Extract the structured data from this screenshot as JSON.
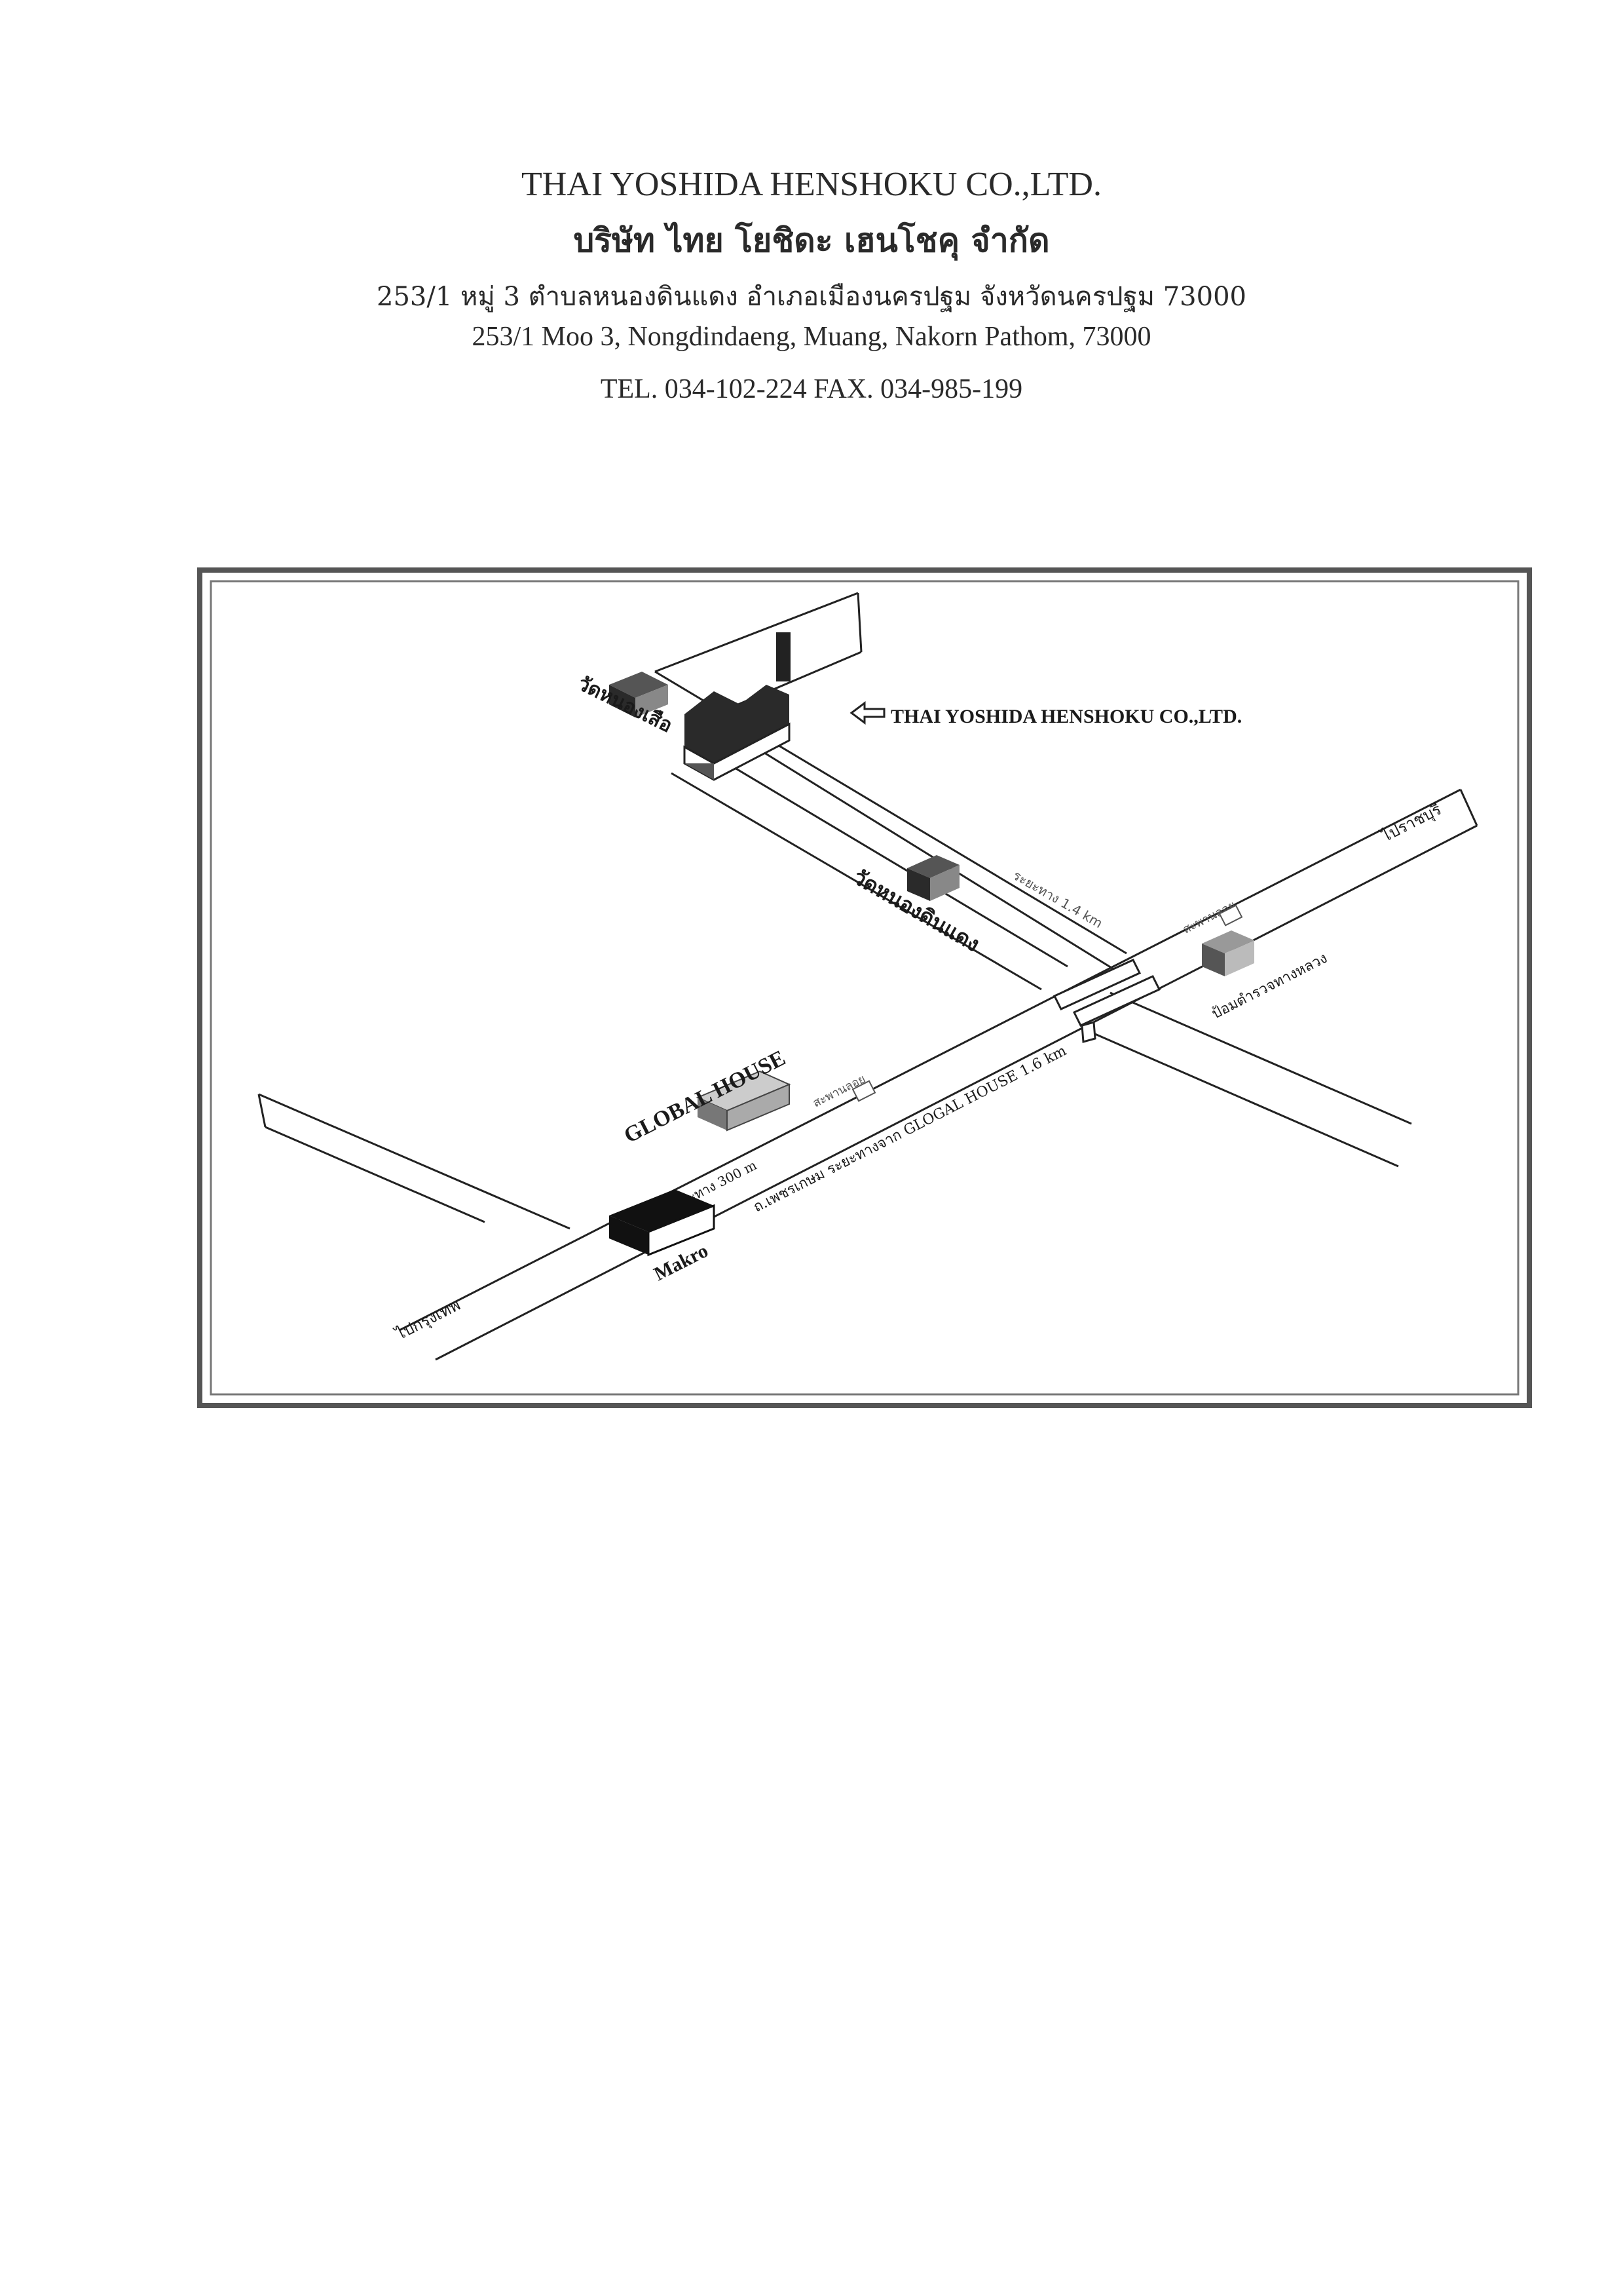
{
  "company": {
    "name_en": "THAI YOSHIDA HENSHOKU CO.,LTD.",
    "name_th": "บริษัท ไทย โยชิดะ เฮนโชคุ จำกัด",
    "address_th": "253/1 หมู่ 3 ตำบลหนองดินแดง อำเภอเมืองนครปฐม จังหวัดนครปฐม 73000",
    "address_en": "253/1 Moo 3, Nongdindaeng, Muang, Nakorn Pathom, 73000",
    "contact": "TEL. 034-102-224 FAX. 034-985-199"
  },
  "map": {
    "factory_label": "THAI YOSHIDA HENSHOKU CO.,LTD.",
    "wat_nong_suea": "วัดหนองเสือ",
    "wat_nong_din_daeng": "วัดหนองดินแดง",
    "distance_1_4": "ระยะทาง 1.4 km",
    "to_ratchaburi": "ไปราชบุรี",
    "overpass_right": "สะพานลอย",
    "highway_police": "ป้อมตำรวจทางหลวง",
    "global_house": "GLOBAL HOUSE",
    "overpass_left": "สะพานลอย",
    "phet_kasem_distance": "ถ.เพชรเกษม ระยะทางจาก GLOGAL HOUSE 1.6 km",
    "distance_300": "ระยะทาง 300 m",
    "makro": "Makro",
    "to_bangkok": "ไปกรุงเทพ"
  },
  "colors": {
    "ink": "#1a1a1a",
    "building_dark": "#2a2a2a",
    "building_gray": "#8a8a8a",
    "frame": "#555555"
  },
  "icons": {
    "factory": "factory-icon",
    "temple": "temple-building-icon",
    "arrow": "arrow-left-outline-icon"
  }
}
